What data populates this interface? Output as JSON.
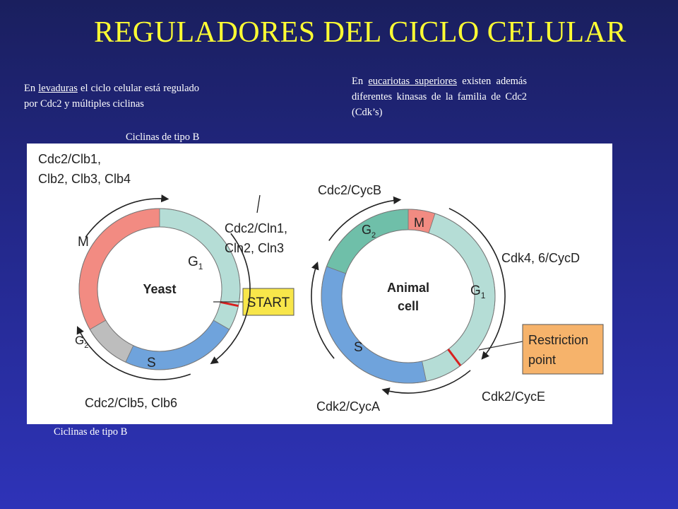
{
  "title": "REGULADORES DEL CICLO CELULAR",
  "note_left": {
    "prefix": "En ",
    "link": "levaduras",
    "suffix": " el ciclo celular está regulado por Cdc2 y múltiples ciclinas"
  },
  "note_right": {
    "prefix": "En ",
    "link": "eucariotas superiores",
    "suffix": " existen además diferentes kinasas de la familia de Cdc2 (Cdk’s)"
  },
  "tag_top": "Ciclinas de tipo B",
  "tag_bottom": "Ciclinas de tipo B",
  "yeast": {
    "center_label": "Yeast",
    "phase_m": "M",
    "phase_g1": "G",
    "phase_g1_sub": "1",
    "phase_g2": "G",
    "phase_g2_sub": "2",
    "phase_s": "S",
    "start_label": "START",
    "kinase_top_line1": "Cdc2/Clb1,",
    "kinase_top_line2": "Clb2, Clb3, Clb4",
    "kinase_right_line1": "Cdc2/Cln1,",
    "kinase_right_line2": "Cln2, Cln3",
    "kinase_bottom": "Cdc2/Clb5, Clb6"
  },
  "animal": {
    "center_line1": "Animal",
    "center_line2": "cell",
    "phase_m": "M",
    "phase_g2": "G",
    "phase_g2_sub": "2",
    "phase_g1": "G",
    "phase_g1_sub": "1",
    "phase_s": "S",
    "restriction_line1": "Restriction",
    "restriction_line2": "point",
    "kinase_top": "Cdc2/CycB",
    "kinase_right": "Cdk4, 6/CycD",
    "kinase_bottom_right": "Cdk2/CycE",
    "kinase_bottom_left": "Cdk2/CycA"
  },
  "colors": {
    "title": "#ffff33",
    "m_phase": "#f28b82",
    "g1_phase": "#b5ddd6",
    "g2_yeast": "#bdbdbd",
    "g2_animal": "#6fbfa9",
    "s_phase": "#6fa3dc",
    "start_box": "#f8e64a",
    "restriction_box": "#f6b36b",
    "checkpoint": "#d8201f"
  }
}
